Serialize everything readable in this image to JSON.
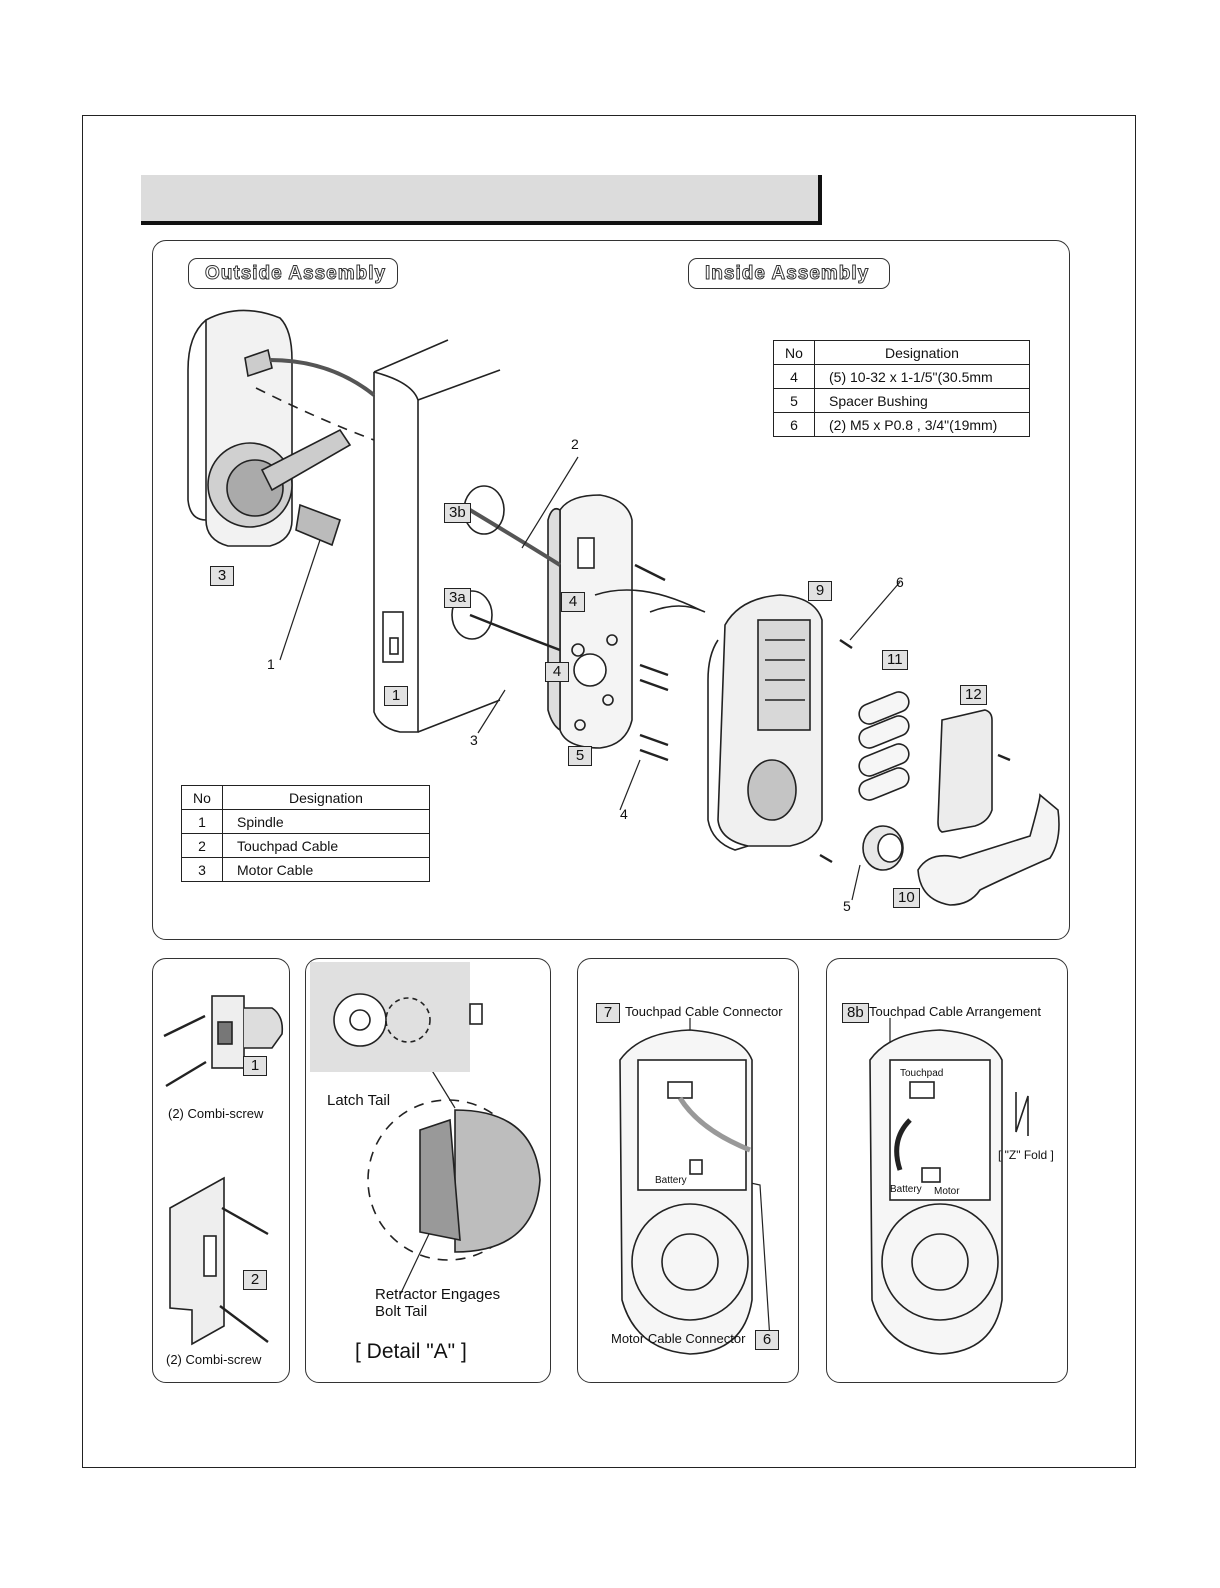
{
  "sections": {
    "outside_title": "Outside Assembly",
    "inside_title": "Inside Assembly"
  },
  "inside_table": {
    "header": [
      "No",
      "Designation"
    ],
    "rows": [
      {
        "no": "4",
        "designation": "(5) 10-32 x 1-1/5\"(30.5mm"
      },
      {
        "no": "5",
        "designation": "Spacer Bushing"
      },
      {
        "no": "6",
        "designation": "(2) M5 x P0.8 , 3/4\"(19mm)"
      }
    ]
  },
  "outside_table": {
    "header": [
      "No",
      "Designation"
    ],
    "rows": [
      {
        "no": "1",
        "designation": "Spindle"
      },
      {
        "no": "2",
        "designation": "Touchpad Cable"
      },
      {
        "no": "3",
        "designation": "Motor Cable"
      }
    ]
  },
  "callouts": {
    "c3": "3",
    "c1": "1",
    "c3b": "3b",
    "c3a": "3a",
    "c4a": "4",
    "c4b": "4",
    "c5": "5",
    "c9": "9",
    "c11": "11",
    "c12": "12",
    "c10": "10"
  },
  "numbers": {
    "n1": "1",
    "n2": "2",
    "n3": "3",
    "n4": "4",
    "n5": "5",
    "n6": "6"
  },
  "panel_latch": {
    "callout_1": "1",
    "callout_2": "2",
    "screw_label_1": "(2) Combi-screw",
    "screw_label_2": "(2) Combi-screw"
  },
  "panel_detail": {
    "latch_tail": "Latch Tail",
    "retractor_line1": "Retractor Engages",
    "retractor_line2": "Bolt Tail",
    "caption": "[ Detail \"A\" ]"
  },
  "panel_connector": {
    "callout_7": "7",
    "title": "Touchpad Cable Connector",
    "battery": "Battery",
    "motor_connector": "Motor Cable Connector",
    "callout_6": "6"
  },
  "panel_arrangement": {
    "callout_8b": "8b",
    "title": "Touchpad Cable Arrangement",
    "touchpad": "Touchpad",
    "battery": "Battery",
    "motor": "Motor",
    "zfold": "[ \"Z\" Fold ]"
  }
}
